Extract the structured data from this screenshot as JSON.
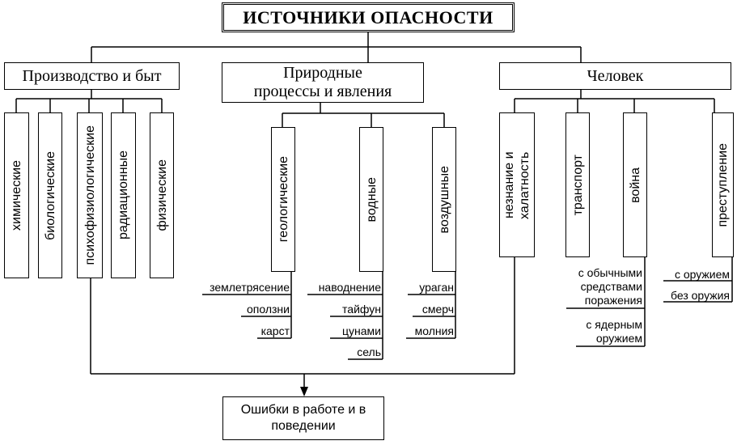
{
  "title": "ИСТОЧНИКИ ОПАСНОСТИ",
  "categories": {
    "production": {
      "label": "Производство и быт",
      "items": [
        "химические",
        "биологические",
        "психофизиологические",
        "радиационные",
        "физические"
      ]
    },
    "nature": {
      "label_line1": "Природные",
      "label_line2": "процессы и явления",
      "items": [
        "геологические",
        "водные",
        "воздушные"
      ],
      "geological": [
        "землетрясение",
        "оползни",
        "карст"
      ],
      "water": [
        "наводнение",
        "тайфун",
        "цунами",
        "сель"
      ],
      "air": [
        "ураган",
        "смерч",
        "молния"
      ]
    },
    "human": {
      "label": "Человек",
      "items": [
        "незнание и халатность",
        "транспорт",
        "война",
        "преступление"
      ],
      "war": [
        "с обычными средствами поражения",
        "с ядерным оружием"
      ],
      "crime": [
        "с оружием",
        "без оружия"
      ]
    }
  },
  "result": "Ошибки в работе и в поведении"
}
